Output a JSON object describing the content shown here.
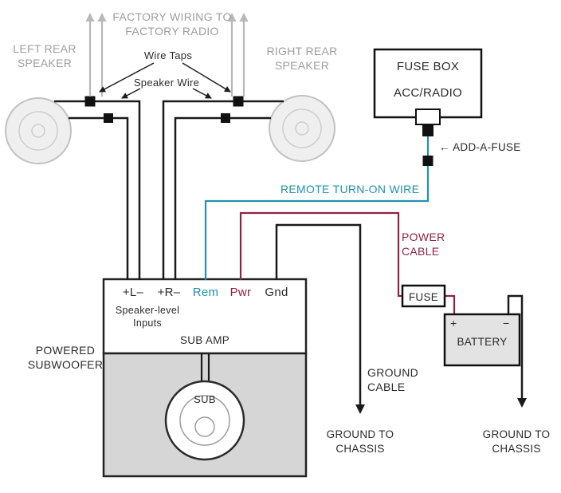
{
  "colors": {
    "remote": "#2191ad",
    "power": "#8e2340",
    "ground": "#1a1a1a",
    "factory": "#a8a8a8"
  },
  "speakers": {
    "left_label": "LEFT REAR SPEAKER",
    "right_label": "RIGHT REAR SPEAKER"
  },
  "factory": {
    "wiring_label": "FACTORY WIRING TO FACTORY RADIO",
    "wire_taps_label": "Wire Taps",
    "speaker_wire_label": "Speaker Wire"
  },
  "fuse_box": {
    "title": "FUSE BOX",
    "circuit": "ACC/RADIO",
    "add_a_fuse_label": "← ADD-A-FUSE"
  },
  "wires": {
    "remote_label": "REMOTE TURN-ON WIRE",
    "power_label": "POWER CABLE",
    "ground_label": "GROUND CABLE"
  },
  "inline_fuse": {
    "label": "FUSE"
  },
  "battery": {
    "label": "BATTERY",
    "positive": "+",
    "negative": "−"
  },
  "amp": {
    "inputs": {
      "left": "+L–",
      "right": "+R–",
      "rem": "Rem",
      "pwr": "Pwr",
      "gnd": "Gnd"
    },
    "speaker_level": "Speaker-level Inputs",
    "name": "SUB AMP",
    "enclosure_label": "POWERED SUBWOOFER",
    "sub_label": "SUB"
  },
  "grounds": {
    "chassis_1": "GROUND TO CHASSIS",
    "chassis_2": "GROUND TO CHASSIS"
  }
}
